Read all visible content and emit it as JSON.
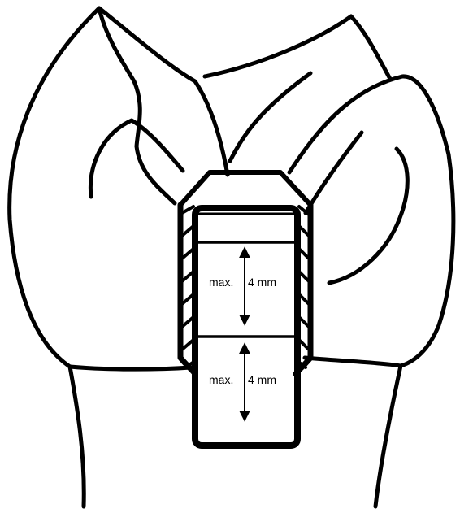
{
  "diagram": {
    "layer_1": {
      "label_prefix": "max.",
      "label_value": "4 mm"
    },
    "layer_2": {
      "label_prefix": "max.",
      "label_value": "4 mm"
    }
  }
}
